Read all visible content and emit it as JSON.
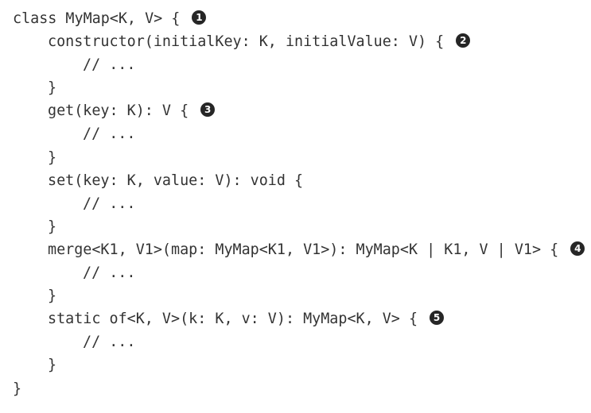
{
  "code_lines": [
    {
      "text": "class MyMap<K, V> { ",
      "callout": "1"
    },
    {
      "text": "constructor(initialKey: K, initialValue: V) { ",
      "callout": "2"
    },
    {
      "text": "// ...",
      "callout": ""
    },
    {
      "text": "}",
      "callout": ""
    },
    {
      "text": "get(key: K): V { ",
      "callout": "3"
    },
    {
      "text": "// ...",
      "callout": ""
    },
    {
      "text": "}",
      "callout": ""
    },
    {
      "text": "set(key: K, value: V): void {",
      "callout": ""
    },
    {
      "text": "// ...",
      "callout": ""
    },
    {
      "text": "}",
      "callout": ""
    },
    {
      "text": "merge<K1, V1>(map: MyMap<K1, V1>): MyMap<K | K1, V | V1> { ",
      "callout": "4"
    },
    {
      "text": "// ...",
      "callout": ""
    },
    {
      "text": "}",
      "callout": ""
    },
    {
      "text": "static of<K, V>(k: K, v: V): MyMap<K, V> { ",
      "callout": "5"
    },
    {
      "text": "// ...",
      "callout": ""
    },
    {
      "text": "}",
      "callout": ""
    },
    {
      "text": "}",
      "callout": ""
    }
  ]
}
